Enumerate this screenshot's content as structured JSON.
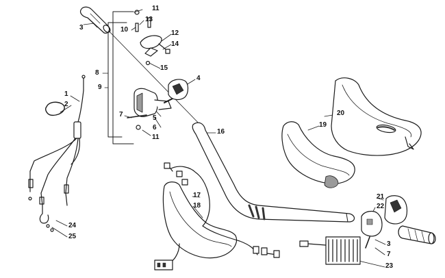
{
  "callouts": [
    {
      "id": "c1",
      "text": "1"
    },
    {
      "id": "c2",
      "text": "2"
    },
    {
      "id": "c3a",
      "text": "3"
    },
    {
      "id": "c3b",
      "text": "3"
    },
    {
      "id": "c4",
      "text": "4"
    },
    {
      "id": "c5",
      "text": "5"
    },
    {
      "id": "c6",
      "text": "6"
    },
    {
      "id": "c7a",
      "text": "7"
    },
    {
      "id": "c7b",
      "text": "7"
    },
    {
      "id": "c8",
      "text": "8"
    },
    {
      "id": "c9",
      "text": "9"
    },
    {
      "id": "c10",
      "text": "10"
    },
    {
      "id": "c11a",
      "text": "11"
    },
    {
      "id": "c11b",
      "text": "11"
    },
    {
      "id": "c12",
      "text": "12"
    },
    {
      "id": "c13",
      "text": "13"
    },
    {
      "id": "c14",
      "text": "14"
    },
    {
      "id": "c15",
      "text": "15"
    },
    {
      "id": "c16",
      "text": "16"
    },
    {
      "id": "c17",
      "text": "17"
    },
    {
      "id": "c18",
      "text": "18"
    },
    {
      "id": "c19",
      "text": "19"
    },
    {
      "id": "c20",
      "text": "20"
    },
    {
      "id": "c21",
      "text": "21"
    },
    {
      "id": "c22",
      "text": "22"
    },
    {
      "id": "c23",
      "text": "23"
    },
    {
      "id": "c24",
      "text": "24"
    },
    {
      "id": "c25",
      "text": "25"
    }
  ],
  "colors": {
    "line": "#1a1a1a",
    "fill": "#ffffff",
    "shade": "#9a9a9a",
    "dark": "#333333"
  }
}
